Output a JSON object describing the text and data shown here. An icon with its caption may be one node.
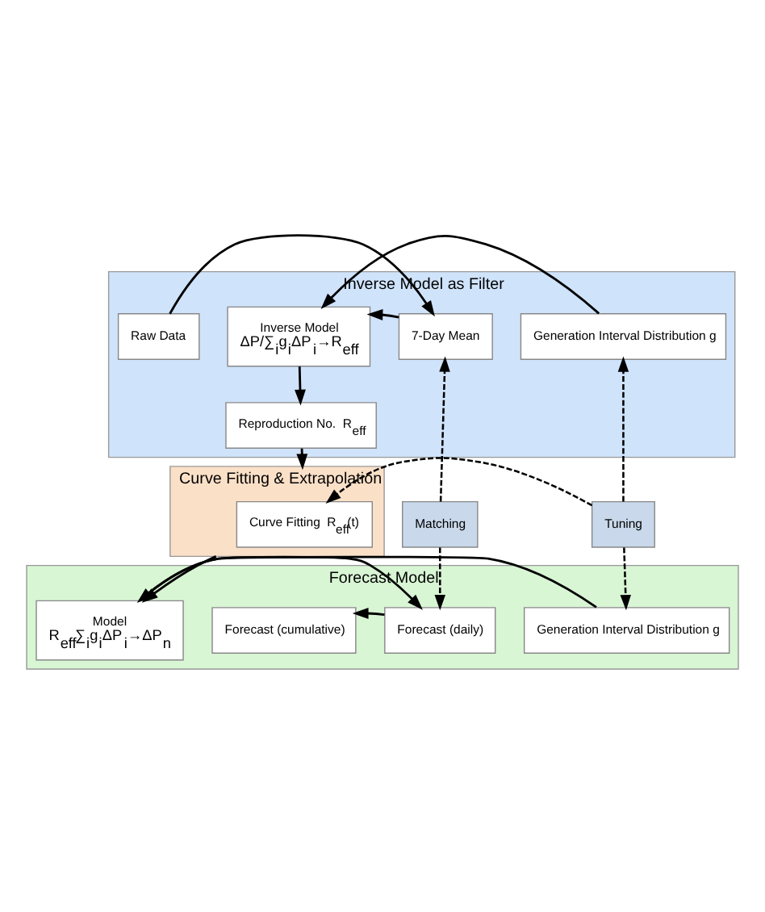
{
  "diagram": {
    "nodes": [
      {
        "text": [
          "Inverse Model as Filter"
        ]
      },
      {
        "text": [
          "Raw Data"
        ],
        "in": 0
      },
      {
        "text": [
          "7-Day Mean"
        ],
        "in": 0
      },
      {
        "text": [
          "Inverse Model",
          "ΔP/∑$_{i}$g$_{i}$ΔP$_{i}$→R$_{eff}$"
        ],
        "in": 0
      },
      {
        "text": [
          "Generation Interval Distribution g"
        ],
        "in": 0
      },
      {
        "text": [
          "Reproduction No.  R$_{eff}$"
        ],
        "in": 0
      },
      {
        "text": [
          "Curve Fitting & Extrapolation"
        ]
      },
      {
        "text": [
          "Curve Fitting  R$_{eff}$(t)"
        ],
        "in": 6
      },
      {
        "text": [
          "Matching"
        ]
      },
      {
        "text": [
          "Tuning"
        ]
      },
      {
        "text": [
          "Forecast Model"
        ]
      },
      {
        "text": [
          "Forecast (cumulative)"
        ],
        "in": 10
      },
      {
        "text": [
          "Forecast (daily)"
        ],
        "in": 10
      },
      {
        "text": [
          "Model",
          "R$_{eff}$∑$_{i}$g$_{i}$ΔP$_{i}$→ΔP$_{n}$"
        ],
        "in": 10
      },
      {
        "text": [
          "Generation Interval Distribution g"
        ],
        "in": 10
      }
    ],
    "edges": [
      {
        "from": 1,
        "to": 2,
        "arrow": "to"
      },
      {
        "from": 2,
        "to": 3,
        "arrow": "to"
      },
      {
        "from": 4,
        "to": 3,
        "arrow": "to"
      },
      {
        "from": 3,
        "to": 5,
        "arrow": "to"
      },
      {
        "from": 5,
        "to": 6,
        "arrow": "to"
      },
      {
        "from": 6,
        "to": 13,
        "arrow": "to"
      },
      {
        "from": 14,
        "to": 13,
        "arrow": "to"
      },
      {
        "from": 13,
        "to": 12,
        "arrow": "to"
      },
      {
        "from": 12,
        "to": 11,
        "arrow": "to"
      },
      {
        "from": 8,
        "to": 2,
        "arrow": "to",
        "style": "dashed"
      },
      {
        "from": 8,
        "to": 12,
        "arrow": "to",
        "style": "dashed"
      },
      {
        "from": 9,
        "to": 4,
        "arrow": "to",
        "style": "dashed"
      },
      {
        "from": 9,
        "to": 14,
        "arrow": "to",
        "style": "dashed"
      },
      {
        "from": 9,
        "to": 7,
        "arrow": "to",
        "style": "dashed"
      }
    ]
  }
}
